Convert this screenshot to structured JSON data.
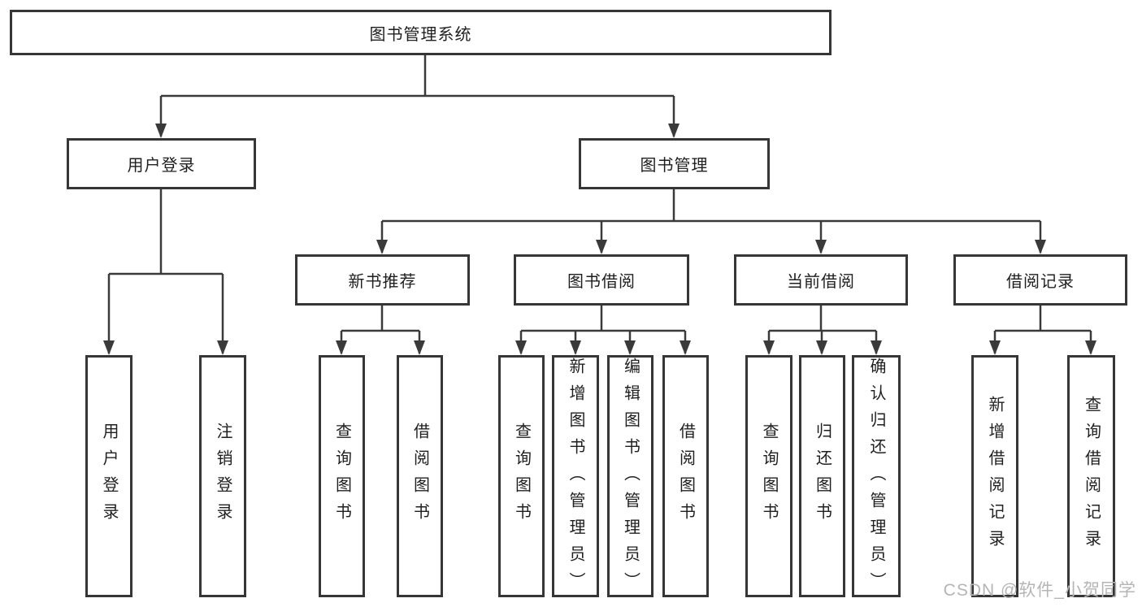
{
  "diagram": {
    "type": "hierarchy-tree",
    "title": "图书管理系统",
    "root": {
      "label": "图书管理系统"
    },
    "level2": {
      "user_login": {
        "label": "用户登录"
      },
      "book_management": {
        "label": "图书管理"
      }
    },
    "level3": {
      "new_book_recommendation": {
        "label": "新书推荐"
      },
      "book_borrowing": {
        "label": "图书借阅"
      },
      "current_borrowing": {
        "label": "当前借阅"
      },
      "borrowing_records": {
        "label": "借阅记录"
      }
    },
    "leaves": {
      "user_login": [
        "用户登录",
        "注销登录"
      ],
      "new_book_recommendation": [
        "查询图书",
        "借阅图书"
      ],
      "book_borrowing": [
        "查询图书",
        "新增图书（管理员）",
        "编辑图书（管理员）",
        "借阅图书"
      ],
      "current_borrowing": [
        "查询图书",
        "归还图书",
        "确认归还（管理员）"
      ],
      "borrowing_records": [
        "新增借阅记录",
        "查询借阅记录"
      ]
    },
    "colors": {
      "border": "#363636",
      "line": "#3a3a3a",
      "text": "#1f1f1f",
      "background": "#ffffff",
      "watermark": "#b5b5b5"
    }
  },
  "watermark": {
    "text": "CSDN @软件_小贺同学"
  }
}
